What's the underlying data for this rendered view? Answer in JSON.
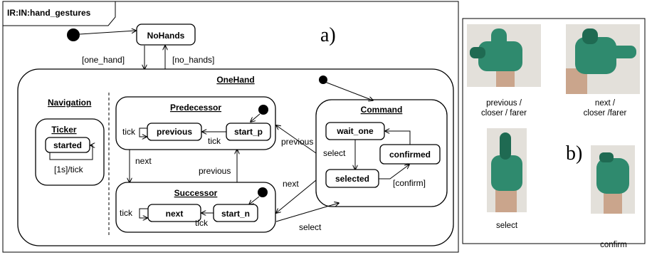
{
  "diagram": {
    "frame_title": "IR:IN:hand_gestures",
    "panel_a_label": "a)",
    "panel_b_label": "b)",
    "states": {
      "no_hands": "NoHands",
      "one_hand": "OneHand",
      "navigation": "Navigation",
      "ticker": "Ticker",
      "started": "started",
      "predecessor": "Predecessor",
      "previous": "previous",
      "start_p": "start_p",
      "successor": "Successor",
      "next": "next",
      "start_n": "start_n",
      "command": "Command",
      "wait_one": "wait_one",
      "selected": "selected",
      "confirmed": "confirmed"
    },
    "transitions": {
      "one_hand": "[one_hand]",
      "no_hands": "[no_hands]",
      "tick_1s": "[1s]/tick",
      "tick_prev_self": "tick",
      "tick_prev": "tick",
      "tick_next_self": "tick",
      "tick_next": "tick",
      "next_down": "next",
      "previous_up": "previous",
      "previous_cmd": "previous",
      "next_cmd": "next",
      "select_cmd": "select",
      "select_inner": "select",
      "confirm": "[confirm]"
    }
  },
  "gestures": {
    "previous": [
      "previous /",
      "closer / farer"
    ],
    "next": [
      "next /",
      "closer /farer"
    ],
    "select": "select",
    "confirm": "confirm"
  },
  "colors": {
    "glove": "#2f8a6e",
    "glove_dark": "#1f6a52",
    "skin": "#caa58c",
    "photo_bg": "#e3e0da"
  }
}
